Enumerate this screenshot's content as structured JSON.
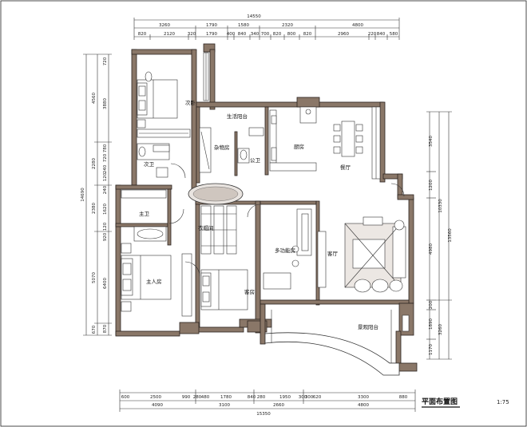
{
  "title": "平面布置图",
  "scale": "1:75",
  "rooms": {
    "second_bedroom": "次卧",
    "second_bath": "次卫",
    "utility_balcony": "生活阳台",
    "storage": "杂物房",
    "public_bath": "公卫",
    "kitchen": "厨房",
    "dining": "餐厅",
    "master_bath": "主卫",
    "cloakroom": "衣帽间",
    "multi_room": "多功能房",
    "living": "客厅",
    "master_bedroom": "主人房",
    "guest_room": "客房",
    "view_balcony": "景观阳台"
  },
  "dims": {
    "top_total": "14550",
    "top_seg": [
      "3260",
      "1790",
      "1580",
      "2320",
      "4800"
    ],
    "top_detail": [
      "820",
      "2120",
      "320",
      "1790",
      "400",
      "840",
      "340",
      "700",
      "820",
      "800",
      "820",
      "2960",
      "220",
      "840",
      "580"
    ],
    "bottom_detail": [
      "600",
      "2500",
      "990",
      "280",
      "480",
      "1780",
      "840",
      "280",
      "1950",
      "300",
      "300",
      "620",
      "3300",
      "880"
    ],
    "bottom_seg": [
      "4090",
      "3100",
      "2660",
      "4800"
    ],
    "bottom_total": "15350",
    "left_total": "14690",
    "left_seg": [
      "4560",
      "2280",
      "2380",
      "5070",
      "670"
    ],
    "left_detail": [
      "720",
      "3880",
      "780",
      "720",
      "240",
      "120",
      "240",
      "1620",
      "120",
      "920",
      "6400",
      "870"
    ],
    "right_total": "13560",
    "right_seg": [
      "10330",
      "3260"
    ],
    "right_detail": [
      "3540",
      "1200",
      "4980",
      "200",
      "1890",
      "1170"
    ]
  }
}
